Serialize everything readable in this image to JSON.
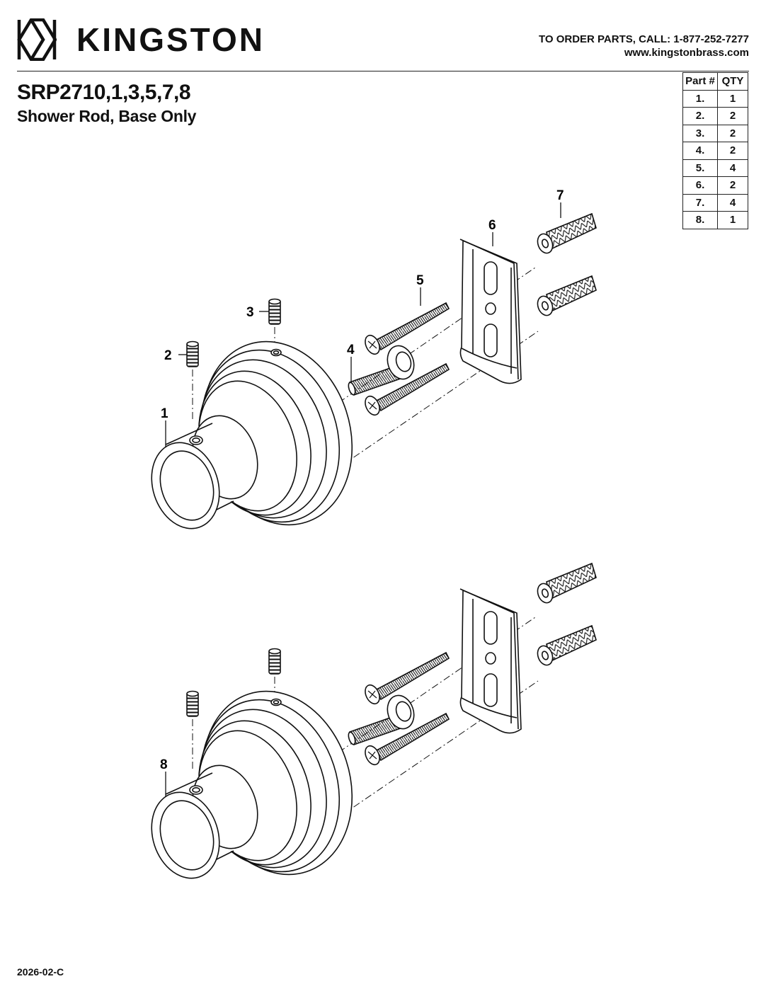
{
  "header": {
    "brand": "KINGSTON",
    "order_line": "TO ORDER PARTS, CALL: 1-877-252-7277",
    "website": "www.kingstonbrass.com"
  },
  "product": {
    "model": "SRP2710,1,3,5,7,8",
    "name": "Shower Rod, Base Only"
  },
  "parts_table": {
    "headers": [
      "Part #",
      "QTY"
    ],
    "rows": [
      {
        "part": "1.",
        "qty": "1"
      },
      {
        "part": "2.",
        "qty": "2"
      },
      {
        "part": "3.",
        "qty": "2"
      },
      {
        "part": "4.",
        "qty": "2"
      },
      {
        "part": "5.",
        "qty": "4"
      },
      {
        "part": "6.",
        "qty": "2"
      },
      {
        "part": "7.",
        "qty": "4"
      },
      {
        "part": "8.",
        "qty": "1"
      }
    ]
  },
  "callouts": [
    "1",
    "2",
    "3",
    "4",
    "5",
    "6",
    "7",
    "8"
  ],
  "footer": {
    "doc_code": "2026-02-C"
  }
}
